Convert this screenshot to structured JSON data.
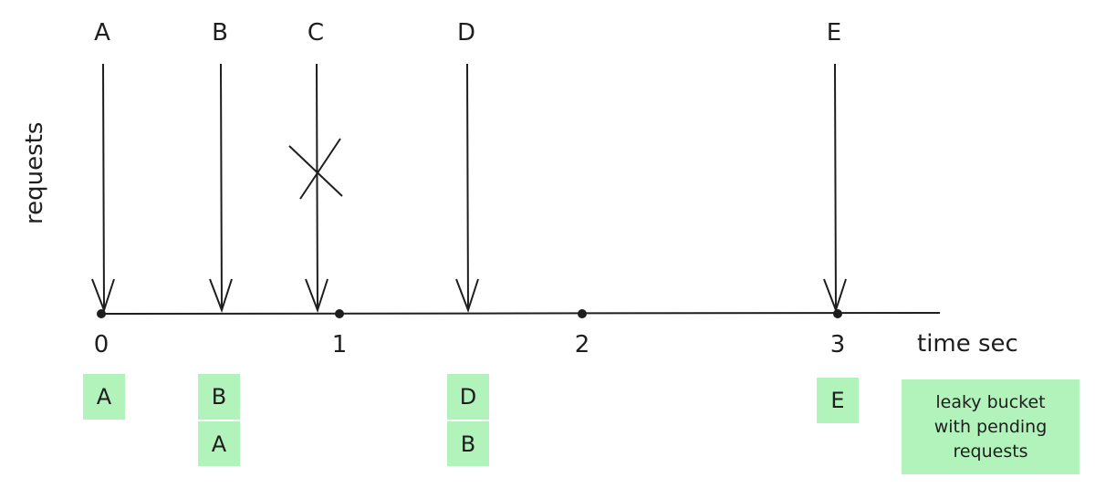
{
  "requests": [
    {
      "label": "A",
      "time": 0,
      "rejected": false
    },
    {
      "label": "B",
      "time": 0.5,
      "rejected": false
    },
    {
      "label": "C",
      "time": 0.9,
      "rejected": true
    },
    {
      "label": "D",
      "time": 1.5,
      "rejected": false
    },
    {
      "label": "E",
      "time": 3,
      "rejected": false
    }
  ],
  "axis": {
    "ticks": [
      "0",
      "1",
      "2",
      "3"
    ],
    "xlabel": "time sec",
    "ylabel": "requests"
  },
  "buckets": [
    {
      "stack": [
        "A"
      ]
    },
    {
      "stack": [
        "B",
        "A"
      ]
    },
    {
      "stack": [
        "D",
        "B"
      ]
    },
    {
      "stack": [
        "E"
      ]
    }
  ],
  "legend": {
    "text": "leaky bucket with pending requests"
  },
  "colors": {
    "bucket": "#b2f2bb",
    "ink": "#1e1e1e"
  }
}
